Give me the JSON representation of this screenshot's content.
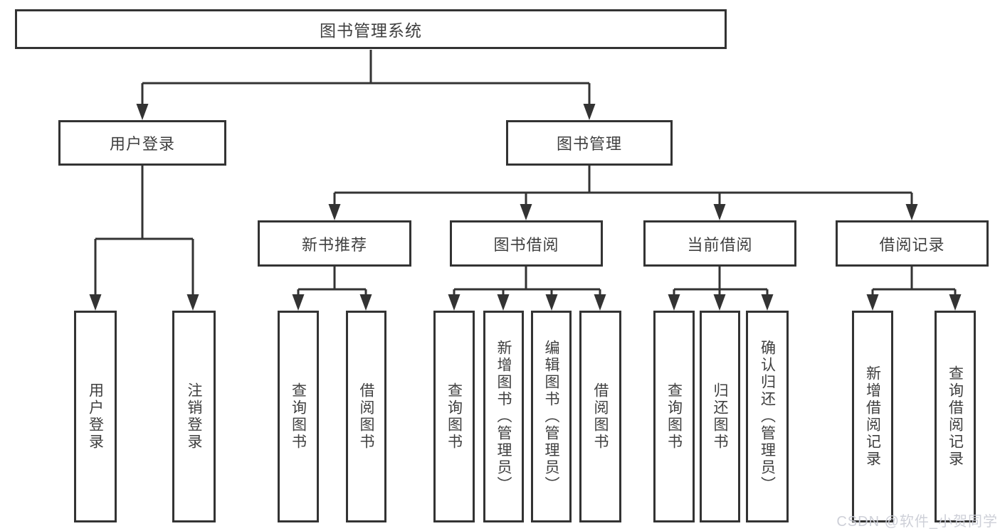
{
  "diagram": {
    "title": "图书管理系统",
    "level2": [
      "用户登录",
      "图书管理"
    ],
    "level3": [
      "新书推荐",
      "图书借阅",
      "当前借阅",
      "借阅记录"
    ],
    "leaves": {
      "user_login": [
        "用户登录",
        "注销登录"
      ],
      "new_book_recommend": [
        "查询图书",
        "借阅图书"
      ],
      "book_borrow": [
        "查询图书",
        "新增图书（管理员）",
        "编辑图书（管理员）",
        "借阅图书"
      ],
      "current_borrow": [
        "查询图书",
        "归还图书",
        "确认归还（管理员）"
      ],
      "borrow_record": [
        "新增借阅记录",
        "查询借阅记录"
      ]
    },
    "watermark": "CSDN @软件_小贺同学",
    "colors": {
      "line": "#333333",
      "box_border": "#333333",
      "text": "#3f3f3f",
      "background": "#ffffff",
      "watermark": "#cbcdd6"
    }
  }
}
